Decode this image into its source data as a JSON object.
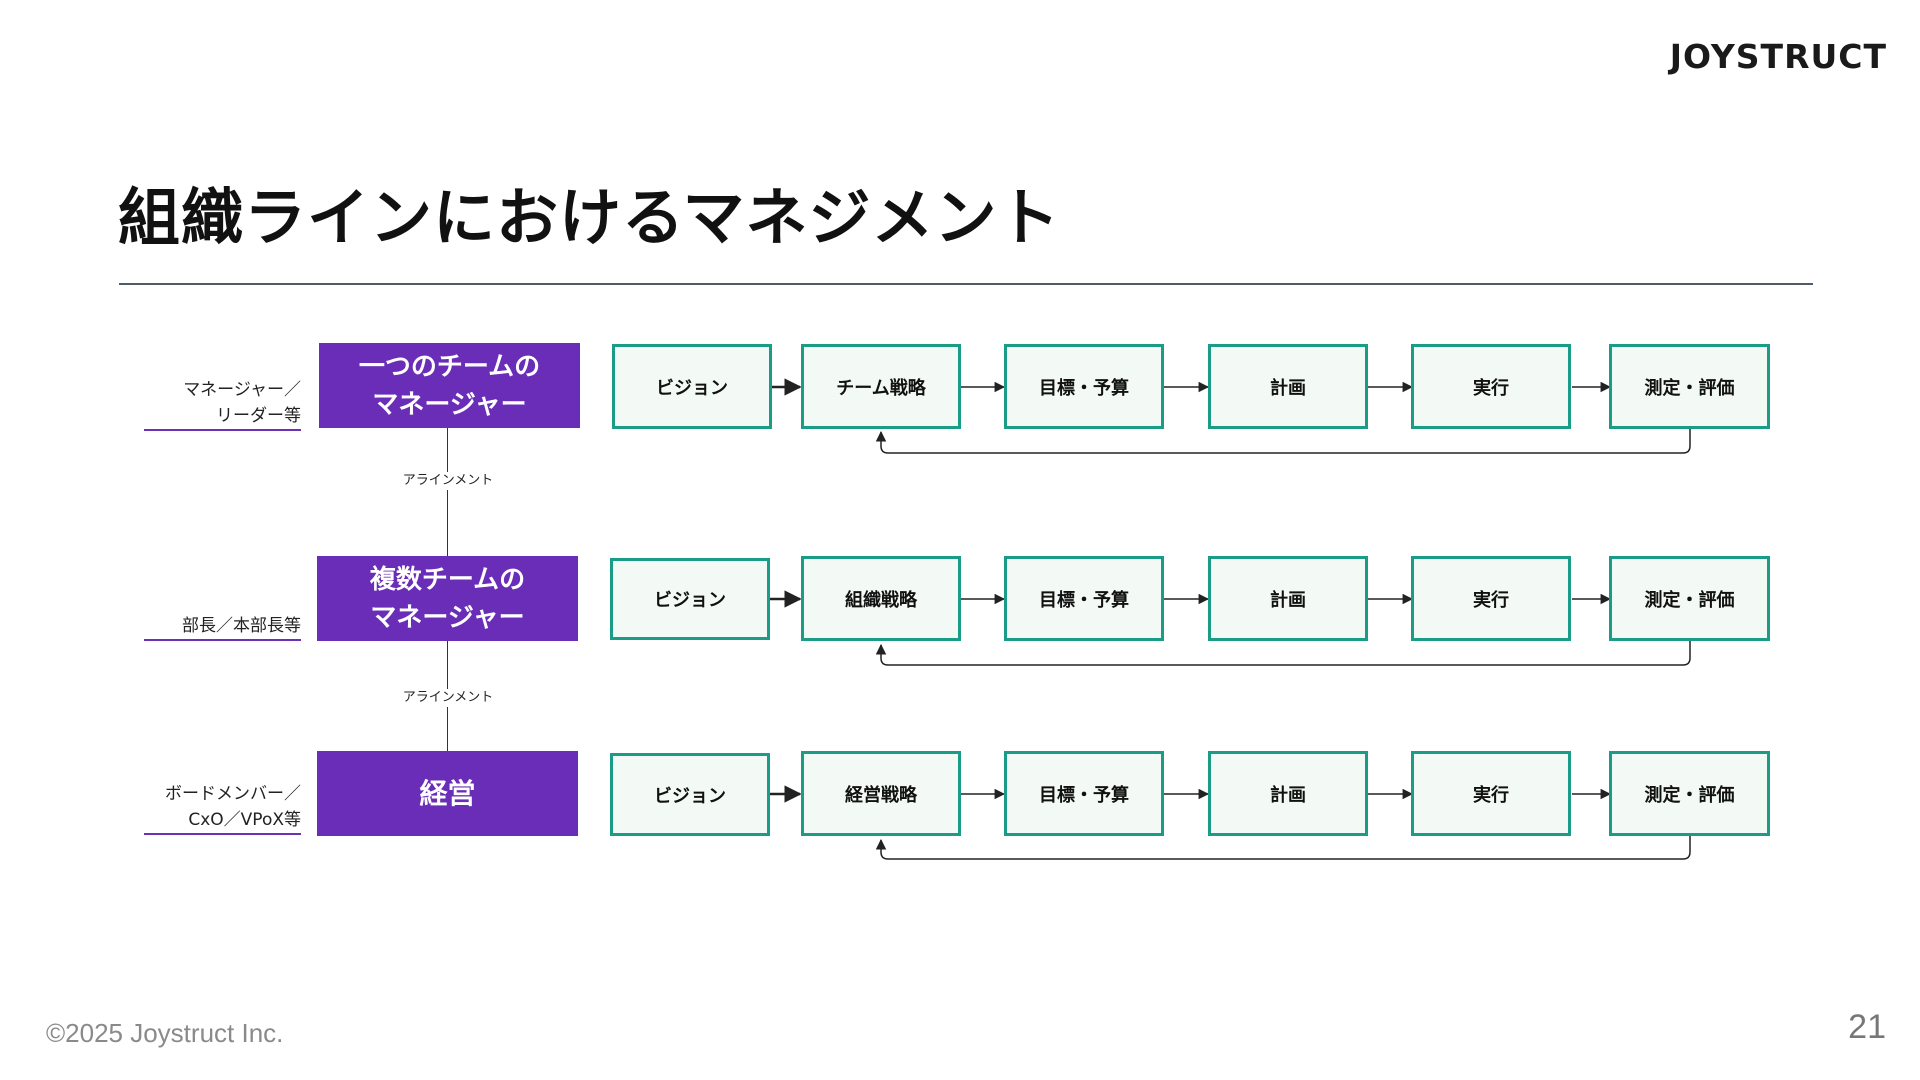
{
  "header": {
    "logo": "JOYSTRUCT"
  },
  "page_title": "組織ラインにおけるマネジメント",
  "footer": {
    "copyright": "©2025 Joystruct Inc.",
    "page_number": "21"
  },
  "colors": {
    "manager": "#6a2db8",
    "flow_border": "#1a9c86",
    "flow_fill": "#f3faf5"
  },
  "alignment_label": "アラインメント",
  "rows": [
    {
      "role_lines": [
        "マネージャー／",
        "リーダー等"
      ],
      "manager_lines": [
        "一つのチームの",
        "マネージャー"
      ],
      "steps": [
        "ビジョン",
        "チーム戦略",
        "目標・予算",
        "計画",
        "実行",
        "測定・評価"
      ]
    },
    {
      "role_lines": [
        "部長／本部長等"
      ],
      "manager_lines": [
        "複数チームの",
        "マネージャー"
      ],
      "steps": [
        "ビジョン",
        "組織戦略",
        "目標・予算",
        "計画",
        "実行",
        "測定・評価"
      ]
    },
    {
      "role_lines": [
        "ボードメンバー／",
        "CxO／VPoX等"
      ],
      "manager_lines": [
        "経営"
      ],
      "steps": [
        "ビジョン",
        "経営戦略",
        "目標・予算",
        "計画",
        "実行",
        "測定・評価"
      ]
    }
  ]
}
